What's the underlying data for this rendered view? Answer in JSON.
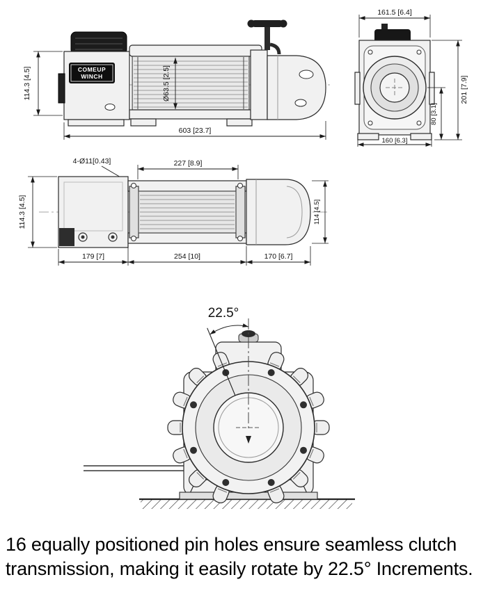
{
  "caption": {
    "line1": "16 equally positioned pin holes ensure seamless clutch",
    "line2": "transmission, making it easily rotate by 22.5° Increments."
  },
  "side_view": {
    "dim_height": "114.3 [4.5]",
    "dim_length": "603 [23.7]",
    "dim_drum": "Ø63.5 [2.5]",
    "brand_top": "COMEUP",
    "brand_bottom": "WINCH"
  },
  "end_view": {
    "dim_width_top": "161.5 [6.4]",
    "dim_height": "201 [7.9]",
    "dim_center_height": "80 [3.1]",
    "dim_width_bottom": "160 [6.3]"
  },
  "top_view": {
    "dim_holes": "4-Ø11[0.43]",
    "dim_drum_length": "227 [8.9]",
    "dim_height_left": "114.3 [4.5]",
    "dim_height_right": "114 [4.5]",
    "dim_motor": "179 [7]",
    "dim_frame": "254 [10]",
    "dim_clutch": "170 [6.7]"
  },
  "clutch_view": {
    "dim_angle": "22.5°"
  }
}
